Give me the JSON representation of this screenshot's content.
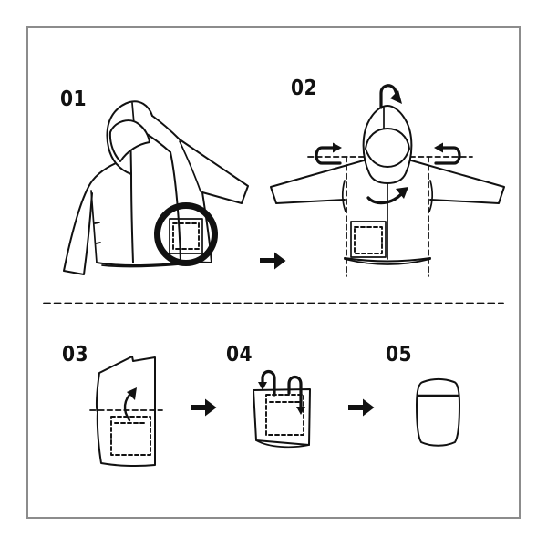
{
  "colors": {
    "background": "#ffffff",
    "border": "#8c8c8c",
    "line": "#111111"
  },
  "steps": [
    {
      "label": "01",
      "icon": "hooded-jacket-pocket-circled-icon"
    },
    {
      "label": "02",
      "icon": "jacket-flat-with-fold-arrows-icon"
    },
    {
      "label": "03",
      "icon": "folded-panel-with-fold-up-arrow-icon"
    },
    {
      "label": "04",
      "icon": "tuck-into-pocket-arrows-icon"
    },
    {
      "label": "05",
      "icon": "packed-pouch-icon"
    }
  ],
  "arrows": [
    {
      "icon": "right-arrow-icon"
    },
    {
      "icon": "right-arrow-icon"
    },
    {
      "icon": "right-arrow-icon"
    }
  ]
}
